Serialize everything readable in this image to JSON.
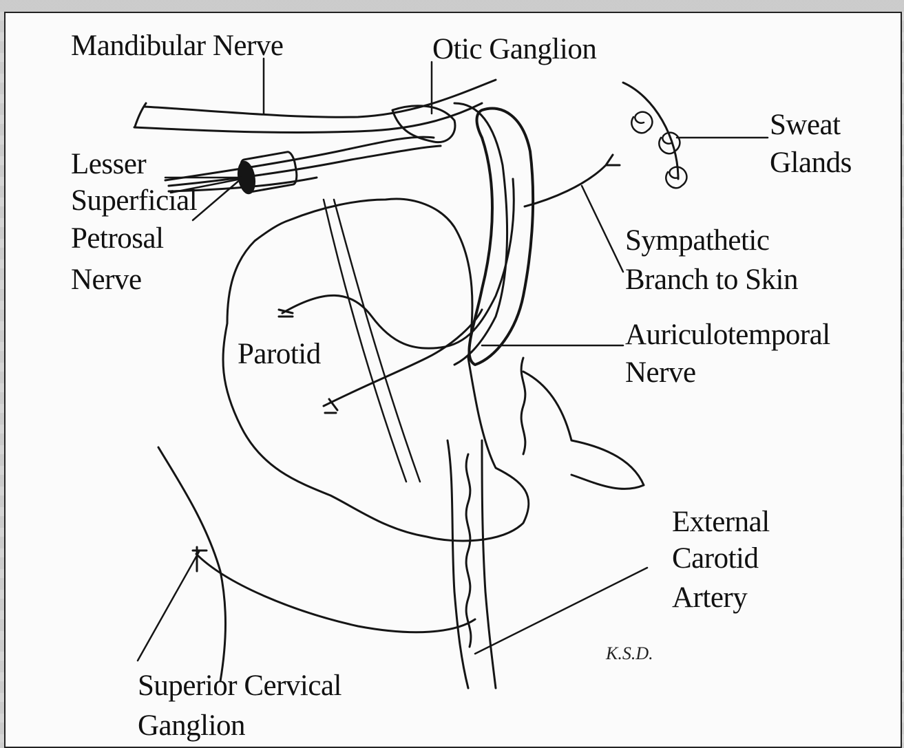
{
  "labels": {
    "mandibular_nerve": "Mandibular Nerve",
    "otic_ganglion": "Otic Ganglion",
    "sweat_glands_1": "Sweat",
    "sweat_glands_2": "Glands",
    "lesser_1": "Lesser",
    "lesser_2": "Superficial",
    "lesser_3": "Petrosal",
    "lesser_4": "Nerve",
    "sympathetic_1": "Sympathetic",
    "sympathetic_2": "Branch to Skin",
    "auriculo_1": "Auriculotemporal",
    "auriculo_2": "Nerve",
    "parotid": "Parotid",
    "external_1": "External",
    "external_2": "Carotid",
    "external_3": "Artery",
    "superior_1": "Superior Cervical",
    "superior_2": "Ganglion"
  },
  "signature": "K.S.D."
}
